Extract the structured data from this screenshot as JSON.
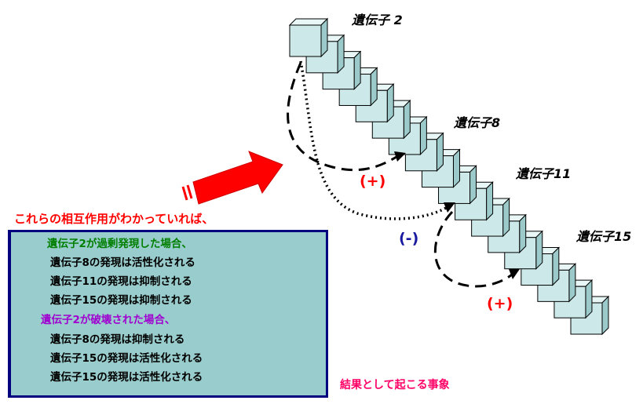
{
  "genes": {
    "g2": "遺伝子 2",
    "g8": "遺伝子8",
    "g11": "遺伝子11",
    "g15": "遺伝子15"
  },
  "signs": {
    "plus1": "(+)",
    "minus": "(-)",
    "plus2": "(+)"
  },
  "headline": "これらの相互作用がわかっていれば、",
  "result_lines": [
    {
      "text": "遺伝子2が過剰発現した場合、",
      "color": "green"
    },
    {
      "text": "遺伝子8の発現は活性化される",
      "color": "black"
    },
    {
      "text": "遺伝子11の発現は抑制される",
      "color": "black"
    },
    {
      "text": "遺伝子15の発現は抑制される",
      "color": "black"
    },
    {
      "text": "遺伝子2が破壊された場合、",
      "color": "purple"
    },
    {
      "text": "遺伝子8の発現は抑制される",
      "color": "black"
    },
    {
      "text": "遺伝子15の発現は活性化される",
      "color": "black"
    },
    {
      "text": "遺伝子15の発現は活性化される",
      "color": "black"
    }
  ],
  "outcome_label": "結果として起こる事象",
  "colors": {
    "box_fill": "#99cccc",
    "box_border": "#00007f",
    "cube_front": "#cce8e8",
    "cube_top": "#e8f6f6",
    "cube_side": "#9cc9c9",
    "arrow": "#ff0000",
    "plus": "#ff0000",
    "minus": "#1a1aa0",
    "headline": "#ff0000",
    "outcome": "#ff0066"
  }
}
